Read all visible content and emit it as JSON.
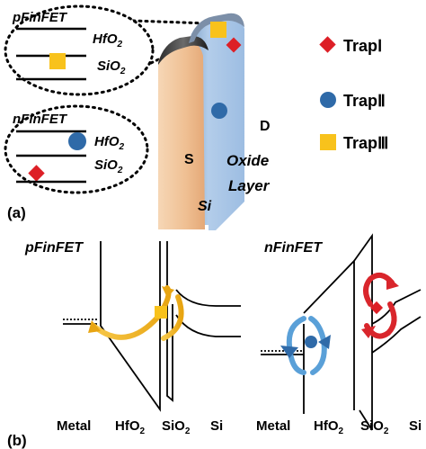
{
  "panel_a": {
    "label": "(a)",
    "callout_p": {
      "title": "pFinFET",
      "layer_top": "HfO",
      "layer_top_sub": "2",
      "layer_bottom": "SiO",
      "layer_bottom_sub": "2"
    },
    "callout_n": {
      "title": "nFinFET",
      "layer_top": "HfO",
      "layer_top_sub": "2",
      "layer_bottom": "SiO",
      "layer_bottom_sub": "2"
    },
    "device": {
      "source": "S",
      "drain": "D",
      "channel": "Si",
      "oxide_line1": "Oxide",
      "oxide_line2": "Layer"
    },
    "legend": [
      {
        "label": "TrapⅠ",
        "shape": "diamond",
        "color": "#dd1f26"
      },
      {
        "label": "TrapⅡ",
        "shape": "circle",
        "color": "#2f6aa8"
      },
      {
        "label": "TrapⅢ",
        "shape": "square",
        "color": "#f8c21c"
      }
    ]
  },
  "panel_b": {
    "label": "(b)",
    "p_title": "pFinFET",
    "n_title": "nFinFET",
    "p_layers": {
      "metal": "Metal",
      "hfo": "HfO",
      "hfo_sub": "2",
      "sio": "SiO",
      "sio_sub": "2",
      "si": "Si"
    },
    "n_layers": {
      "metal": "Metal",
      "hfo": "HfO",
      "hfo_sub": "2",
      "sio": "SiO",
      "sio_sub": "2",
      "si": "Si"
    }
  },
  "colors": {
    "trap1": "#dd1f26",
    "trap2": "#2f6aa8",
    "trap3": "#f8c21c",
    "si_body": "#f3c9a0",
    "oxide": "#a9c6e6",
    "arrow_p": "#f2b51d",
    "arrow_n_blue": "#5aa0d8",
    "arrow_n_red": "#d9262c"
  }
}
